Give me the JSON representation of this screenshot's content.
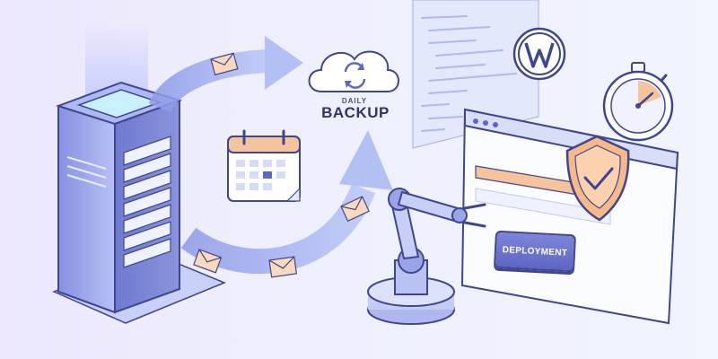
{
  "backup": {
    "line1": "DAILY",
    "line2": "BACKUP"
  },
  "deployment": {
    "button_label": "DEPLOYMENT"
  },
  "icons": [
    "server-icon",
    "cloud-sync-icon",
    "calendar-icon",
    "envelope-icon",
    "code-window-icon",
    "wordpress-logo-icon",
    "stopwatch-icon",
    "shield-check-icon",
    "robot-arm-icon",
    "browser-window-icon"
  ],
  "colors": {
    "accent": "#5e66c2",
    "outline": "#3f4690",
    "shield": "#f7b98a",
    "arrow": "#a9b6f2"
  }
}
